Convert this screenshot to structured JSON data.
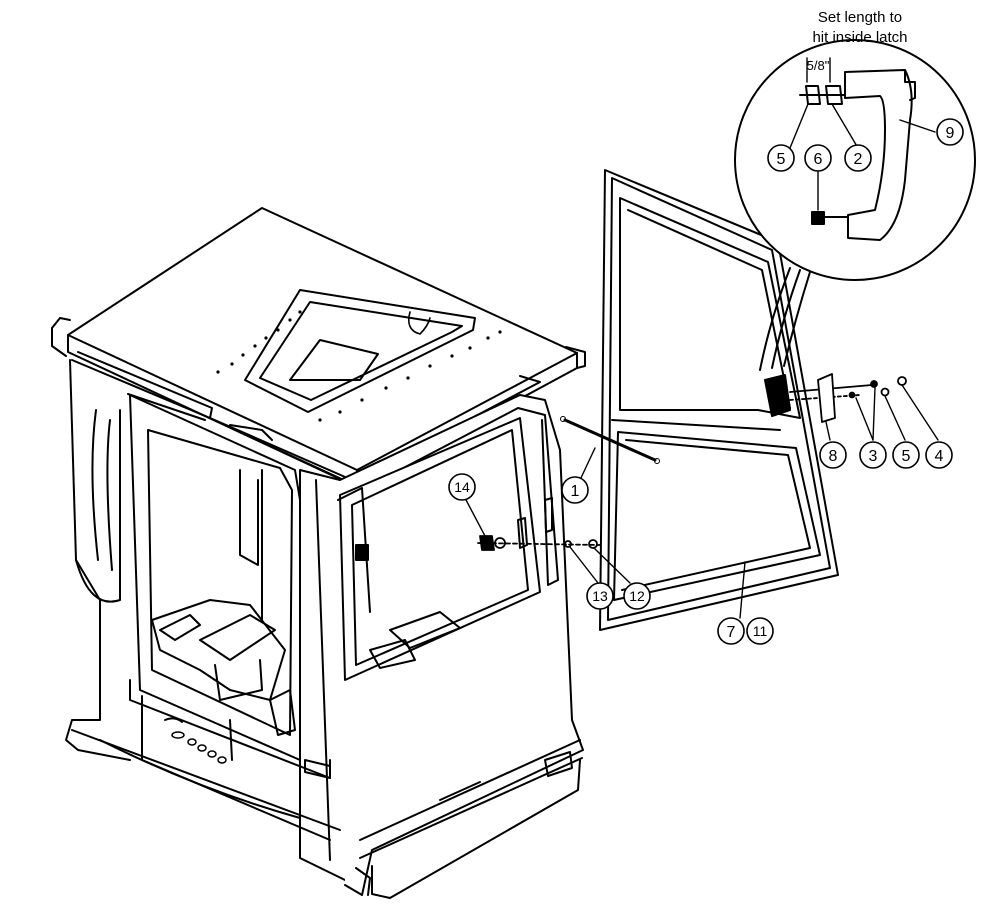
{
  "callouts": [
    {
      "id": "c5a",
      "label": "5"
    },
    {
      "id": "c2",
      "label": "2"
    },
    {
      "id": "c9",
      "label": "9"
    },
    {
      "id": "c6",
      "label": "6"
    },
    {
      "id": "c1",
      "label": "1"
    },
    {
      "id": "c8",
      "label": "8"
    },
    {
      "id": "c3",
      "label": "3"
    },
    {
      "id": "c5b",
      "label": "5"
    },
    {
      "id": "c4",
      "label": "4"
    },
    {
      "id": "c14",
      "label": "14"
    },
    {
      "id": "c13",
      "label": "13"
    },
    {
      "id": "c12",
      "label": "12"
    },
    {
      "id": "c7",
      "label": "7"
    },
    {
      "id": "c11",
      "label": "11"
    }
  ],
  "detail": {
    "note_line1": "Set length to",
    "note_line2": "hit inside latch",
    "dimension": "5/8\""
  }
}
